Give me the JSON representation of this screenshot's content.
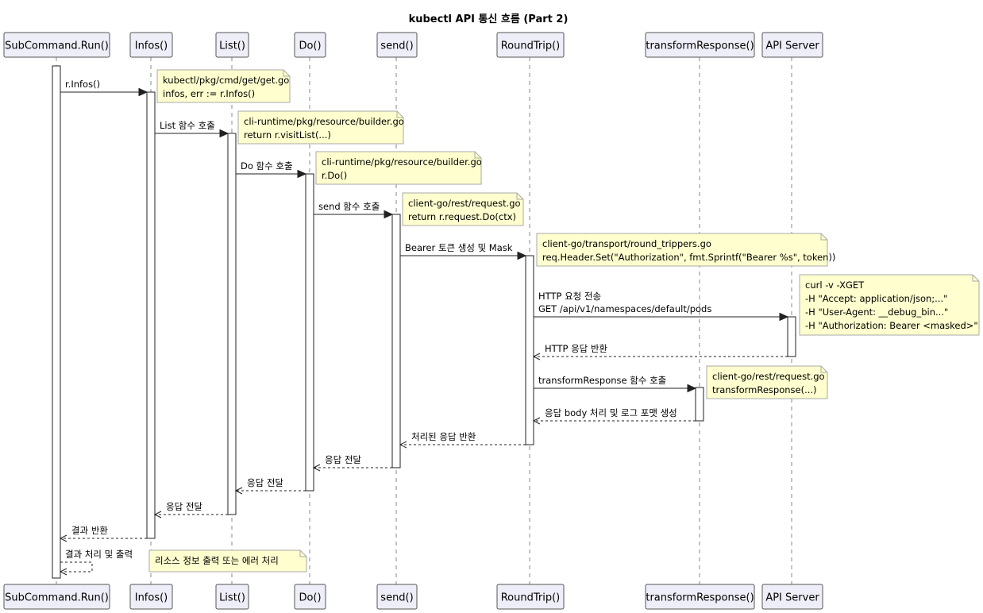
{
  "title": "kubectl API 통신 흐름 (Part 2)",
  "participants": [
    {
      "id": "subcmd",
      "label": "SubCommand.Run()"
    },
    {
      "id": "infos",
      "label": "Infos()"
    },
    {
      "id": "list",
      "label": "List()"
    },
    {
      "id": "do",
      "label": "Do()"
    },
    {
      "id": "send",
      "label": "send()"
    },
    {
      "id": "roundtrip",
      "label": "RoundTrip()"
    },
    {
      "id": "transform",
      "label": "transformResponse()"
    },
    {
      "id": "apiserver",
      "label": "API Server"
    }
  ],
  "messages": [
    {
      "from": "subcmd",
      "to": "infos",
      "lines": [
        "r.Infos()"
      ],
      "dashed": false
    },
    {
      "from": "infos",
      "to": "list",
      "lines": [
        "List 함수 호출"
      ],
      "dashed": false
    },
    {
      "from": "list",
      "to": "do",
      "lines": [
        "Do 함수 호출"
      ],
      "dashed": false
    },
    {
      "from": "do",
      "to": "send",
      "lines": [
        "send 함수 호출"
      ],
      "dashed": false
    },
    {
      "from": "send",
      "to": "roundtrip",
      "lines": [
        "Bearer 토큰 생성 및 Mask"
      ],
      "dashed": false
    },
    {
      "from": "roundtrip",
      "to": "apiserver",
      "lines": [
        "HTTP 요청 전송",
        "GET /api/v1/namespaces/default/pods"
      ],
      "dashed": false
    },
    {
      "from": "apiserver",
      "to": "roundtrip",
      "lines": [
        "HTTP 응답 반환"
      ],
      "dashed": true
    },
    {
      "from": "roundtrip",
      "to": "transform",
      "lines": [
        "transformResponse 함수 호출"
      ],
      "dashed": false
    },
    {
      "from": "transform",
      "to": "roundtrip",
      "lines": [
        "응답 body 처리 및 로그 포맷 생성"
      ],
      "dashed": true
    },
    {
      "from": "roundtrip",
      "to": "send",
      "lines": [
        "처리된 응답 반환"
      ],
      "dashed": true
    },
    {
      "from": "send",
      "to": "do",
      "lines": [
        "응답 전달"
      ],
      "dashed": true
    },
    {
      "from": "do",
      "to": "list",
      "lines": [
        "응답 전달"
      ],
      "dashed": true
    },
    {
      "from": "list",
      "to": "infos",
      "lines": [
        "응답 전달"
      ],
      "dashed": true
    },
    {
      "from": "infos",
      "to": "subcmd",
      "lines": [
        "결과 반환"
      ],
      "dashed": true
    },
    {
      "from": "subcmd",
      "to": "subcmd",
      "lines": [
        "결과 처리 및 출력"
      ],
      "dashed": true
    }
  ],
  "notes": [
    {
      "lines": [
        "kubectl/pkg/cmd/get/get.go",
        "infos, err := r.Infos()"
      ]
    },
    {
      "lines": [
        "cli-runtime/pkg/resource/builder.go",
        "return r.visitList(...)"
      ]
    },
    {
      "lines": [
        "cli-runtime/pkg/resource/builder.go",
        "r.Do()"
      ]
    },
    {
      "lines": [
        "client-go/rest/request.go",
        "return r.request.Do(ctx)"
      ]
    },
    {
      "lines": [
        "client-go/transport/round_trippers.go",
        "req.Header.Set(\"Authorization\", fmt.Sprintf(\"Bearer %s\", token))"
      ]
    },
    {
      "lines": [
        "curl -v -XGET",
        "-H \"Accept: application/json;...\"",
        "-H \"User-Agent: __debug_bin...\"",
        "-H \"Authorization: Bearer <masked>\""
      ]
    },
    {
      "lines": [
        "client-go/rest/request.go",
        "transformResponse(...)"
      ]
    },
    {
      "lines": [
        "리소스 정보 출력 또는 에러 처리"
      ]
    }
  ]
}
